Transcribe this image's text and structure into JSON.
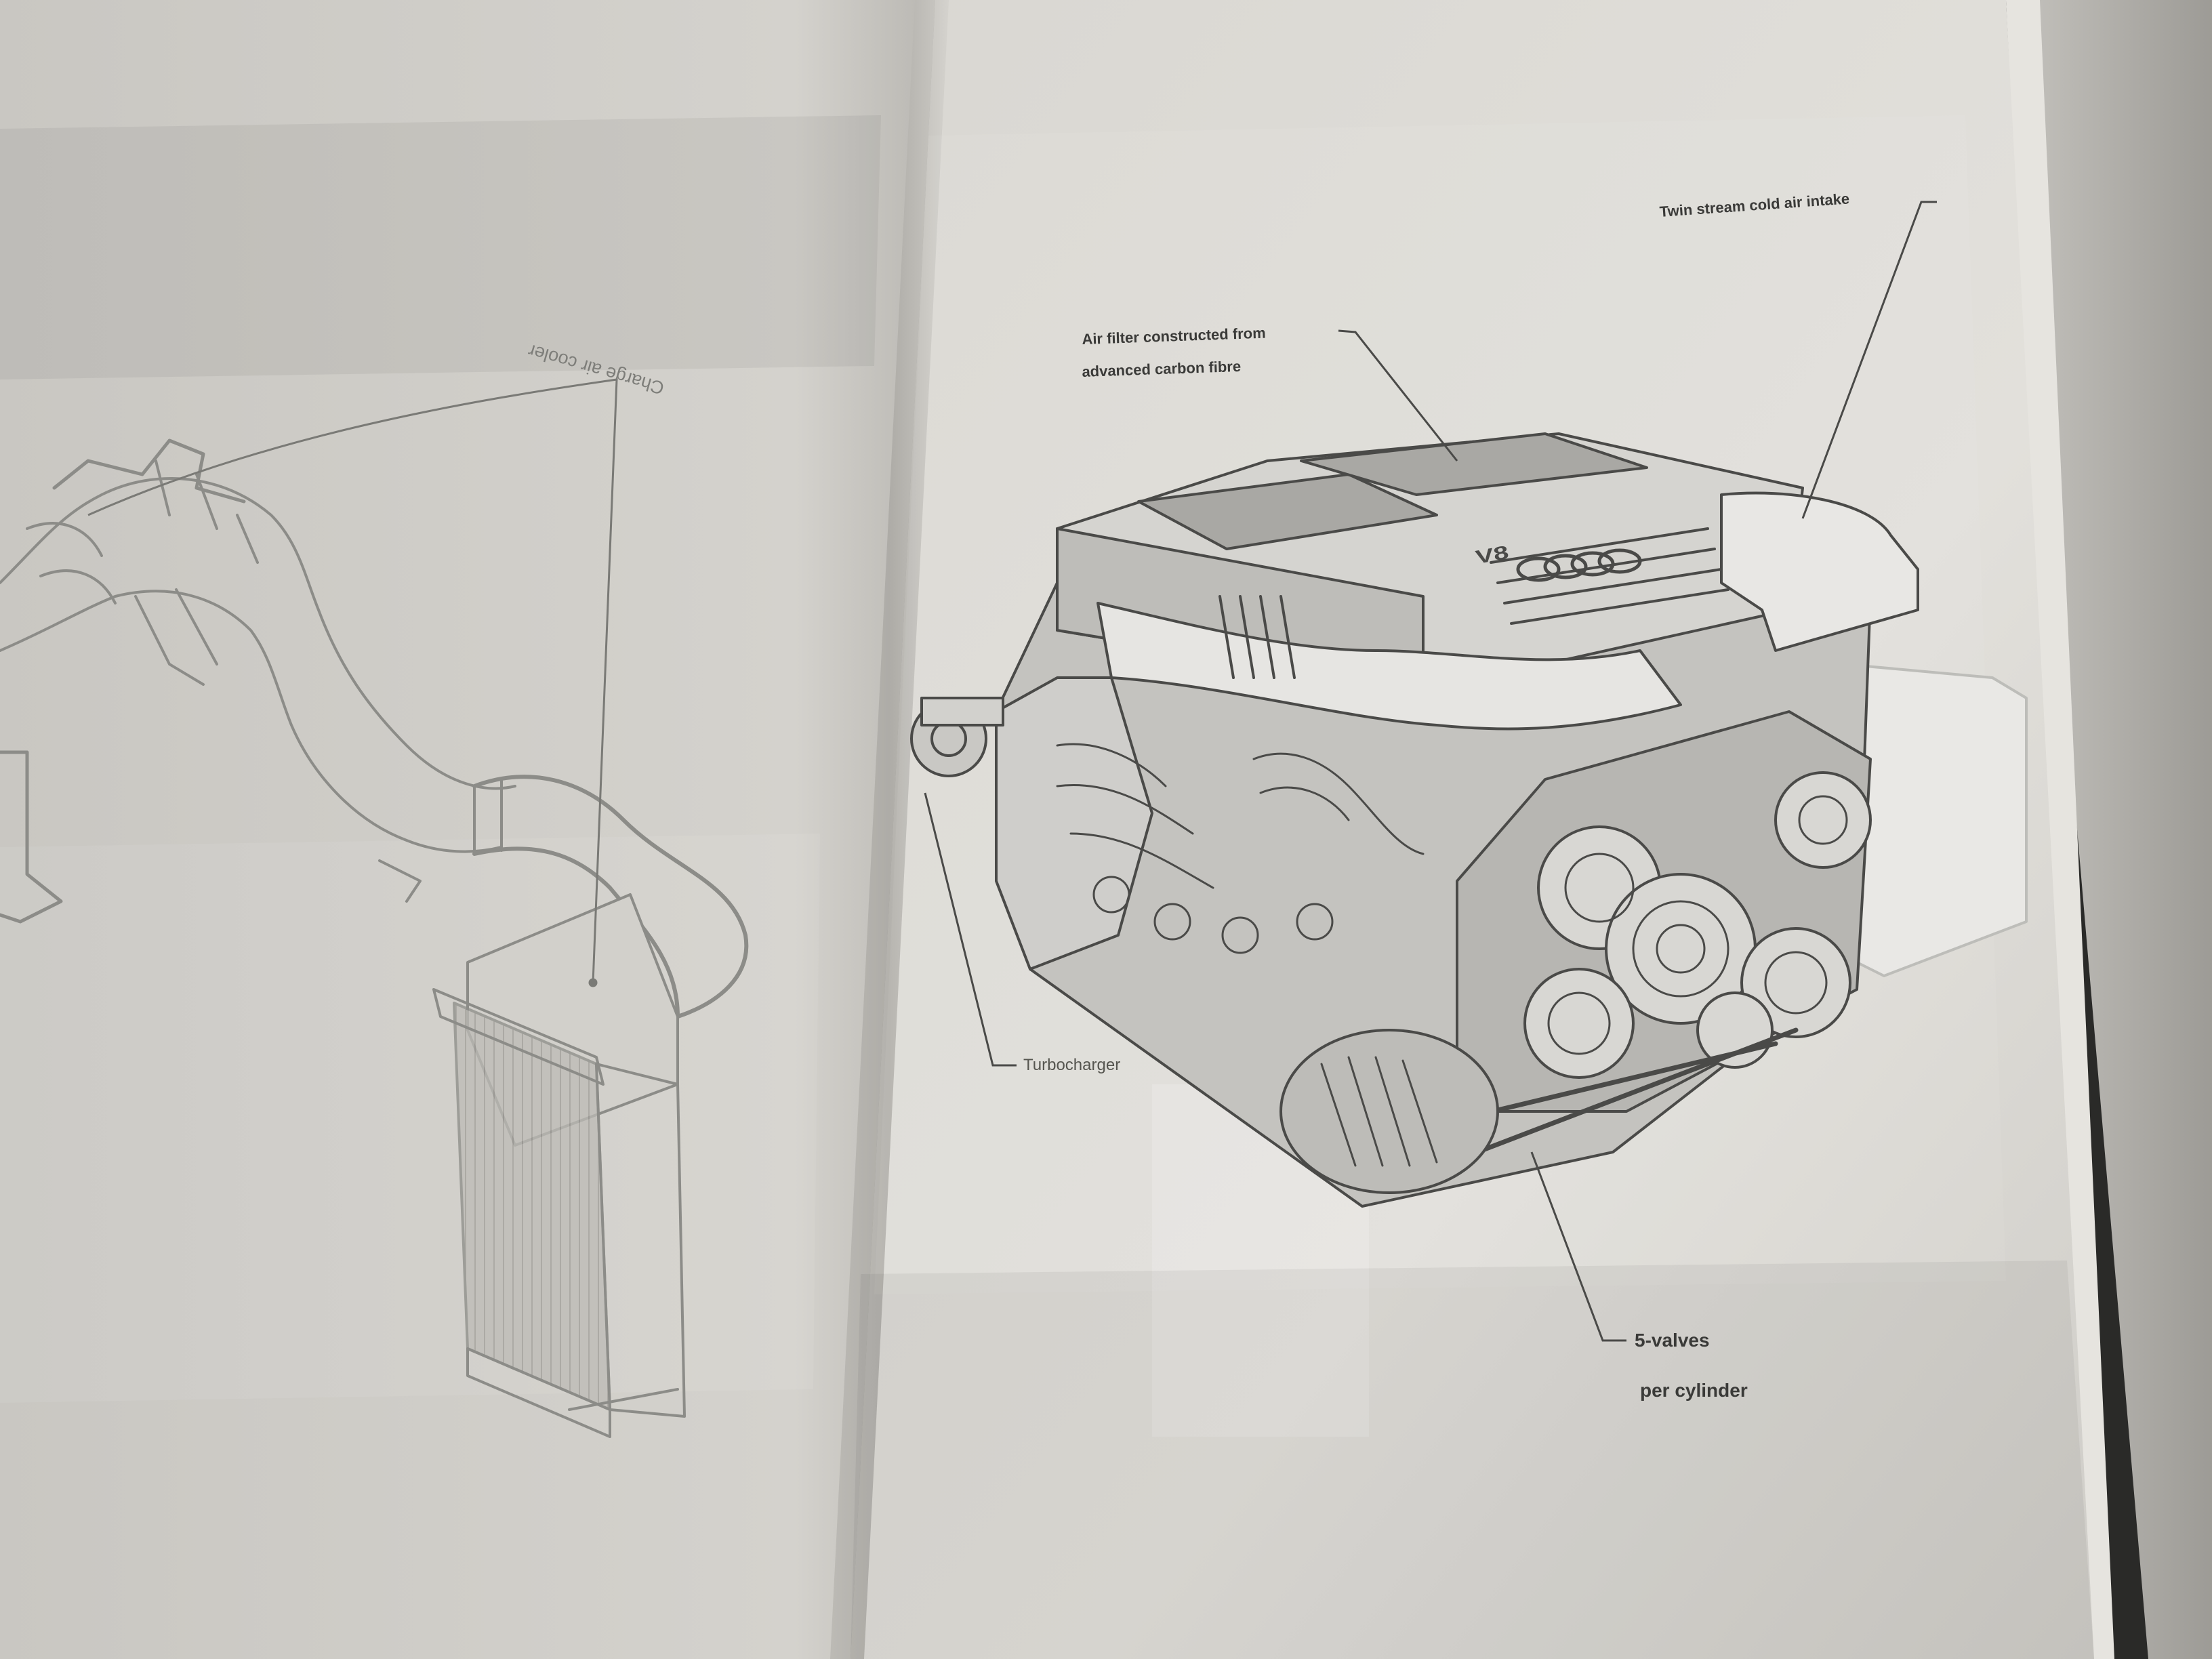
{
  "photo": {
    "subject": "open-book-spread",
    "colors": {
      "background": "#2a2a28",
      "left_page": "#cfcdc8",
      "right_page": "#dddbd6",
      "linework": "#4a4a48",
      "faint_linework": "#8c8c88"
    }
  },
  "left_page": {
    "callouts": [
      {
        "text": "Charge air cooler",
        "orientation": "upside-down"
      }
    ]
  },
  "right_page": {
    "engine_badge": "V8",
    "callouts": [
      {
        "lines": [
          "Twin stream cold air intake"
        ]
      },
      {
        "lines": [
          "Air filter constructed from",
          "advanced carbon fibre"
        ]
      },
      {
        "lines": [
          "Turbocharger"
        ]
      },
      {
        "lines": [
          "5-valves",
          "per cylinder"
        ]
      }
    ]
  }
}
